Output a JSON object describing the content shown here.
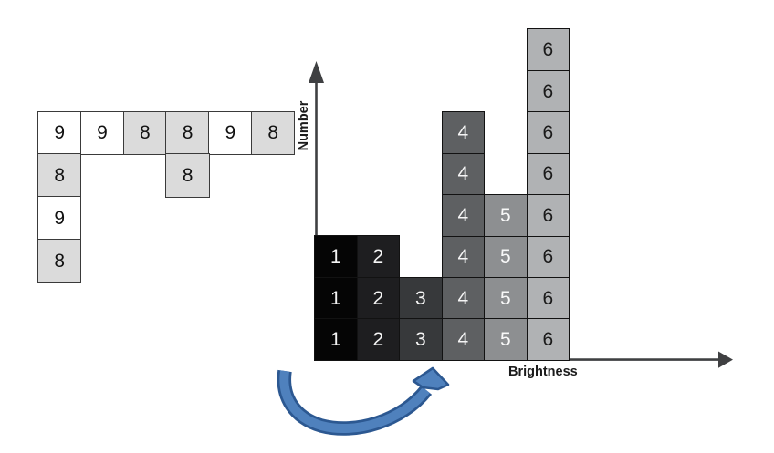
{
  "figure": {
    "background": "#ffffff",
    "axis_color": "#3f4042",
    "arrow_fill": "#4f81bd",
    "arrow_outline": "#2c5891",
    "grid_shaded_fill": "#dbdbdb",
    "grid_white_fill": "#ffffff",
    "grid_border": "#3a3a3a"
  },
  "pixel_grid": {
    "cells": [
      {
        "value": "9",
        "col": 0,
        "row": 0,
        "fill": "#ffffff"
      },
      {
        "value": "9",
        "col": 1,
        "row": 0,
        "fill": "#ffffff"
      },
      {
        "value": "8",
        "col": 2,
        "row": 0,
        "fill": "#dbdbdb"
      },
      {
        "value": "8",
        "col": 3,
        "row": 0,
        "fill": "#dbdbdb"
      },
      {
        "value": "9",
        "col": 4,
        "row": 0,
        "fill": "#ffffff"
      },
      {
        "value": "8",
        "col": 5,
        "row": 0,
        "fill": "#dbdbdb"
      },
      {
        "value": "8",
        "col": 0,
        "row": 1,
        "fill": "#dbdbdb"
      },
      {
        "value": "8",
        "col": 3,
        "row": 1,
        "fill": "#dbdbdb"
      },
      {
        "value": "9",
        "col": 0,
        "row": 2,
        "fill": "#ffffff"
      },
      {
        "value": "8",
        "col": 0,
        "row": 3,
        "fill": "#dbdbdb"
      }
    ]
  },
  "histogram": {
    "y_axis_label": "Number",
    "x_axis_label": "Brightness",
    "bars": [
      {
        "label": "1",
        "count": 3,
        "fill": "#050505",
        "text": "#f5f5f5"
      },
      {
        "label": "2",
        "count": 3,
        "fill": "#1e1e20",
        "text": "#f5f5f5"
      },
      {
        "label": "3",
        "count": 2,
        "fill": "#37393b",
        "text": "#f5f5f5"
      },
      {
        "label": "4",
        "count": 6,
        "fill": "#5e6062",
        "text": "#f5f5f5"
      },
      {
        "label": "5",
        "count": 4,
        "fill": "#8d8f91",
        "text": "#f8f8f8"
      },
      {
        "label": "6",
        "count": 8,
        "fill": "#b0b2b4",
        "text": "#1a1a1a"
      }
    ]
  },
  "chart_data": {
    "type": "bar",
    "title": "",
    "categories": [
      "1",
      "2",
      "3",
      "4",
      "5",
      "6"
    ],
    "values": [
      3,
      3,
      2,
      6,
      4,
      8
    ],
    "xlabel": "Brightness",
    "ylabel": "Number",
    "ylim": [
      0,
      8
    ],
    "grid": false,
    "legend": false,
    "bar_colors": [
      "#050505",
      "#1e1e20",
      "#37393b",
      "#5e6062",
      "#8d8f91",
      "#b0b2b4"
    ]
  }
}
